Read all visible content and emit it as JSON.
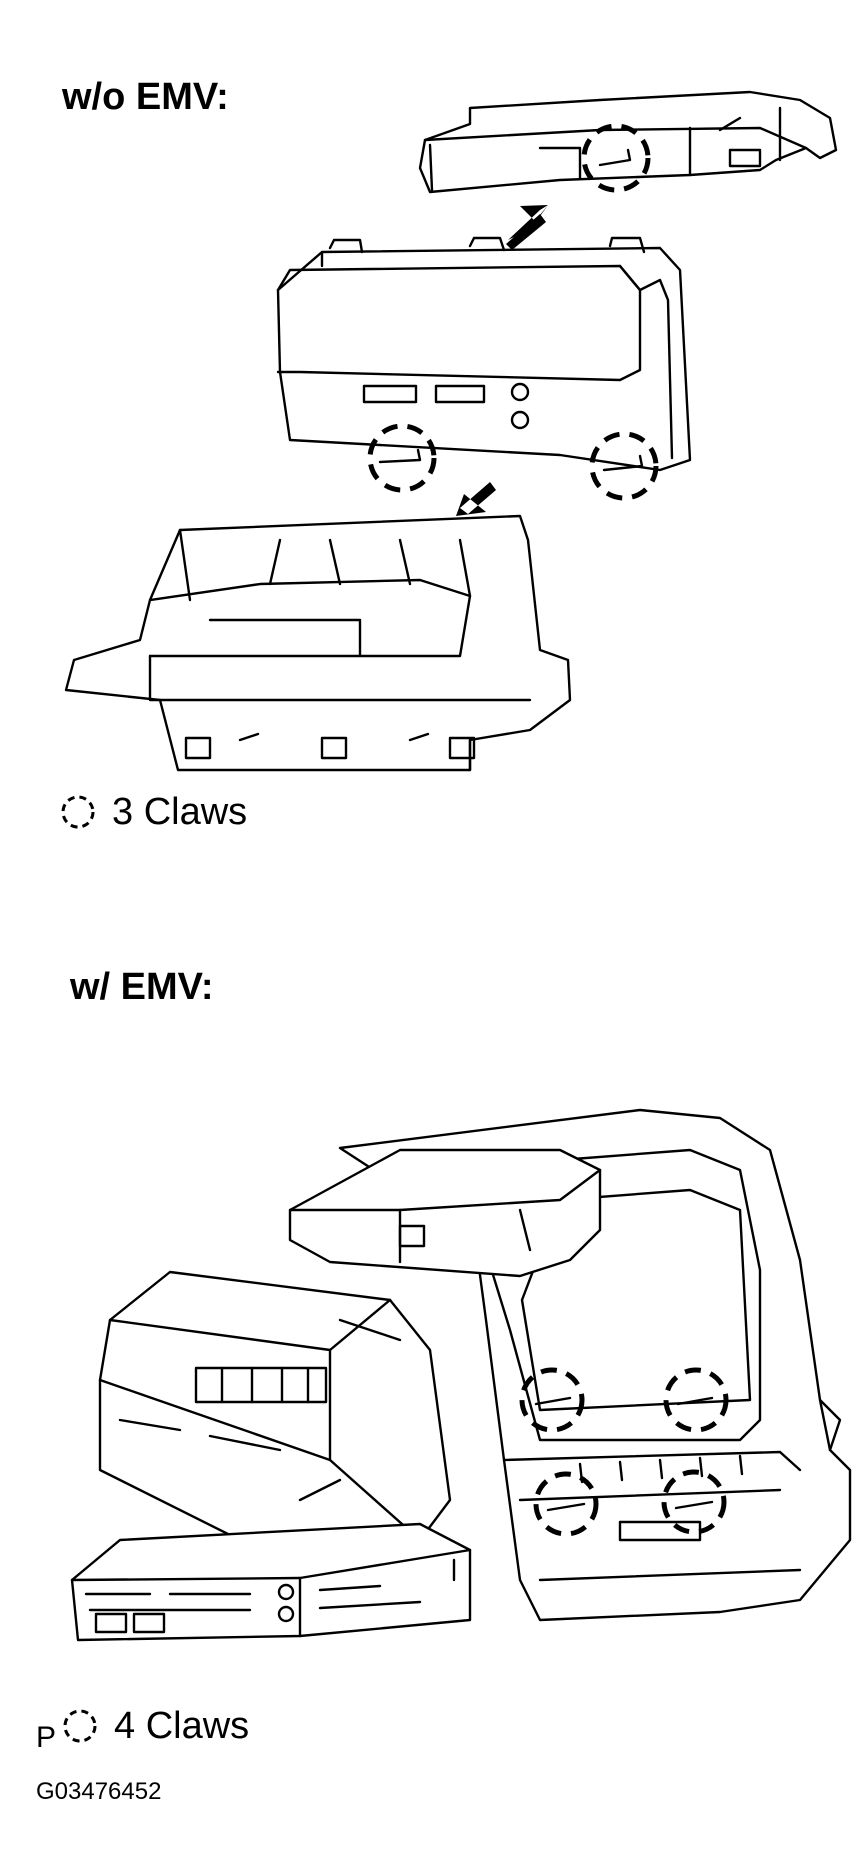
{
  "sections": [
    {
      "heading": "w/o EMV:",
      "legend": "3 Claws"
    },
    {
      "heading": "w/ EMV:",
      "legend": "4 Claws",
      "legend_prefix": "P"
    }
  ],
  "figure_code": "G03476452",
  "icons": {
    "claw_marker": "dashed-circle-icon",
    "direction": "arrow-icon"
  }
}
